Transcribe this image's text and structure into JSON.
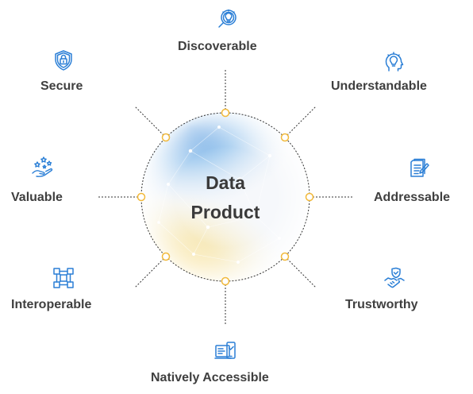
{
  "center": {
    "line1": "Data",
    "line2": "Product"
  },
  "colors": {
    "accent_blue": "#2b7fd6",
    "accent_yellow": "#f5c83a",
    "text": "#3f3f3f",
    "connector": "#333333"
  },
  "nodes": [
    {
      "key": "discoverable",
      "label": "Discoverable",
      "icon": "magnifier-bulb-icon"
    },
    {
      "key": "understandable",
      "label": "Understandable",
      "icon": "head-bulb-icon"
    },
    {
      "key": "addressable",
      "label": "Addressable",
      "icon": "document-pen-icon"
    },
    {
      "key": "trustworthy",
      "label": "Trustworthy",
      "icon": "handshake-check-icon"
    },
    {
      "key": "natively_accessible",
      "label": "Natively Accessible",
      "icon": "devices-icon"
    },
    {
      "key": "interoperable",
      "label": "Interoperable",
      "icon": "connected-cubes-icon"
    },
    {
      "key": "valuable",
      "label": "Valuable",
      "icon": "hand-stars-icon"
    },
    {
      "key": "secure",
      "label": "Secure",
      "icon": "shield-lock-icon"
    }
  ]
}
